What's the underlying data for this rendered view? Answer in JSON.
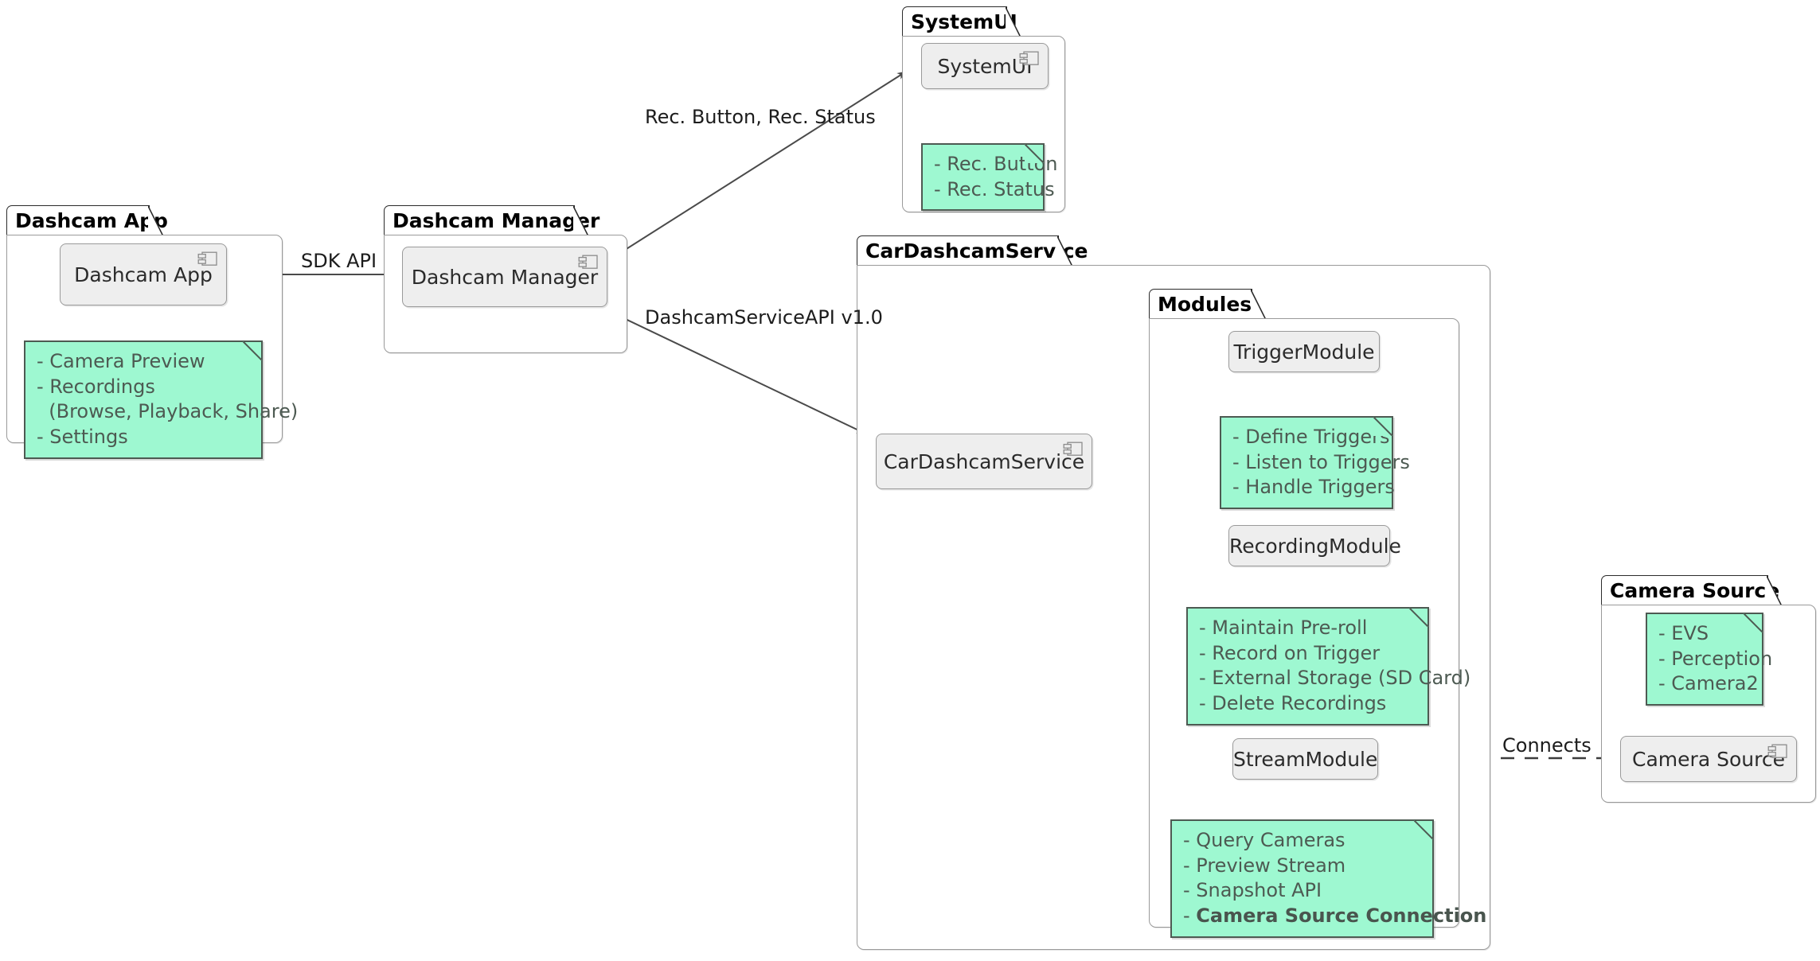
{
  "diagram": {
    "kind": "uml-component-diagram",
    "colors": {
      "note_fill": "#9ef8d1",
      "note_border": "#4d5a52",
      "component_fill": "#eeeeee",
      "component_border": "#9a9a9a",
      "package_border": "#9a9a9a",
      "package_title": "#000000",
      "edge": "#4a4a4a",
      "background": "#ffffff"
    }
  },
  "packages": [
    {
      "id": "dashcam-app",
      "title": "Dashcam App"
    },
    {
      "id": "dashcam-manager",
      "title": "Dashcam Manager"
    },
    {
      "id": "system-ui",
      "title": "SystemUI"
    },
    {
      "id": "car-dashcam-service",
      "title": "CarDashcamService"
    },
    {
      "id": "modules",
      "title": "Modules"
    },
    {
      "id": "camera-source",
      "title": "Camera Source"
    }
  ],
  "components": [
    {
      "id": "dashcam-app",
      "label": "Dashcam App",
      "icon": "component-icon"
    },
    {
      "id": "dashcam-manager",
      "label": "Dashcam Manager",
      "icon": "component-icon"
    },
    {
      "id": "system-ui",
      "label": "SystemUI",
      "icon": "component-icon"
    },
    {
      "id": "car-dashcam-service",
      "label": "CarDashcamService",
      "icon": "component-icon"
    },
    {
      "id": "camera-source",
      "label": "Camera Source",
      "icon": "component-icon"
    },
    {
      "id": "trigger-module",
      "label": "TriggerModule",
      "icon": "none"
    },
    {
      "id": "recording-module",
      "label": "RecordingModule",
      "icon": "none"
    },
    {
      "id": "stream-module",
      "label": "StreamModule",
      "icon": "none"
    }
  ],
  "notes": [
    {
      "id": "note-dashcam-app",
      "attached_to": "dashcam-app",
      "text": "- Camera Preview\n- Recordings\n  (Browse, Playback, Share)\n- Settings",
      "items": [
        "- Camera Preview",
        "- Recordings",
        "  (Browse, Playback, Share)",
        "- Settings"
      ]
    },
    {
      "id": "note-system-ui",
      "attached_to": "system-ui",
      "text": "- Rec. Button\n- Rec. Status",
      "items": [
        "- Rec. Button",
        "- Rec. Status"
      ]
    },
    {
      "id": "note-trigger-module",
      "attached_to": "trigger-module",
      "text": "- Define Triggers\n- Listen to Triggers\n- Handle Triggers",
      "items": [
        "- Define Triggers",
        "- Listen to Triggers",
        "- Handle Triggers"
      ]
    },
    {
      "id": "note-recording-module",
      "attached_to": "recording-module",
      "text": "- Maintain Pre-roll\n- Record on Trigger\n- External Storage (SD Card)\n- Delete Recordings",
      "items": [
        "- Maintain Pre-roll",
        "- Record on Trigger",
        "- External Storage (SD Card)",
        "- Delete Recordings"
      ]
    },
    {
      "id": "note-stream-module",
      "attached_to": "stream-module",
      "plain_items": [
        "- Query Cameras",
        "- Preview Stream",
        "- Snapshot API"
      ],
      "bold_item_prefix": "- ",
      "bold_item": "Camera Source Connection"
    },
    {
      "id": "note-camera-source",
      "attached_to": "camera-source",
      "text": "- EVS\n- Perception\n- Camera2",
      "items": [
        "- EVS",
        "- Perception",
        "- Camera2"
      ]
    }
  ],
  "edges": [
    {
      "id": "edge-sdk-api",
      "from": "dashcam-app",
      "to": "dashcam-manager",
      "label": "SDK API",
      "style": "solid-arrow"
    },
    {
      "id": "edge-rec-button",
      "from": "dashcam-manager",
      "to": "system-ui",
      "label": "Rec. Button, Rec. Status",
      "style": "solid-arrow"
    },
    {
      "id": "edge-service-api",
      "from": "dashcam-manager",
      "to": "car-dashcam-service",
      "label": "DashcamServiceAPI v1.0",
      "style": "solid-arrow"
    },
    {
      "id": "edge-trigger",
      "from": "car-dashcam-service",
      "to": "trigger-module",
      "label": "",
      "style": "solid-arrow"
    },
    {
      "id": "edge-recording",
      "from": "car-dashcam-service",
      "to": "recording-module",
      "label": "",
      "style": "solid-arrow"
    },
    {
      "id": "edge-stream",
      "from": "car-dashcam-service",
      "to": "stream-module",
      "label": "",
      "style": "solid-arrow-curved"
    },
    {
      "id": "edge-connects",
      "from": "stream-module",
      "to": "camera-source",
      "label": "Connects",
      "style": "dashed"
    }
  ]
}
